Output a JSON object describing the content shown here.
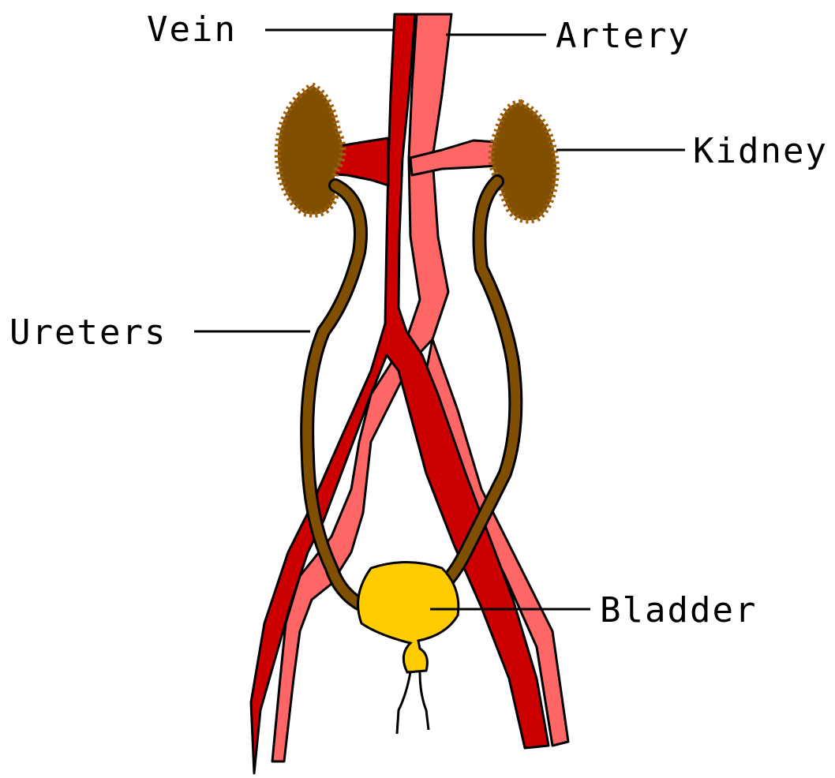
{
  "labels": {
    "vein": "Vein",
    "artery": "Artery",
    "kidney": "Kidney",
    "ureters": "Ureters",
    "bladder": "Bladder"
  },
  "colors": {
    "vein": "#cc0000",
    "artery": "#ff6666",
    "kidney": "#805000",
    "ureter": "#805000",
    "bladder": "#ffcc00",
    "outline": "#000000"
  }
}
